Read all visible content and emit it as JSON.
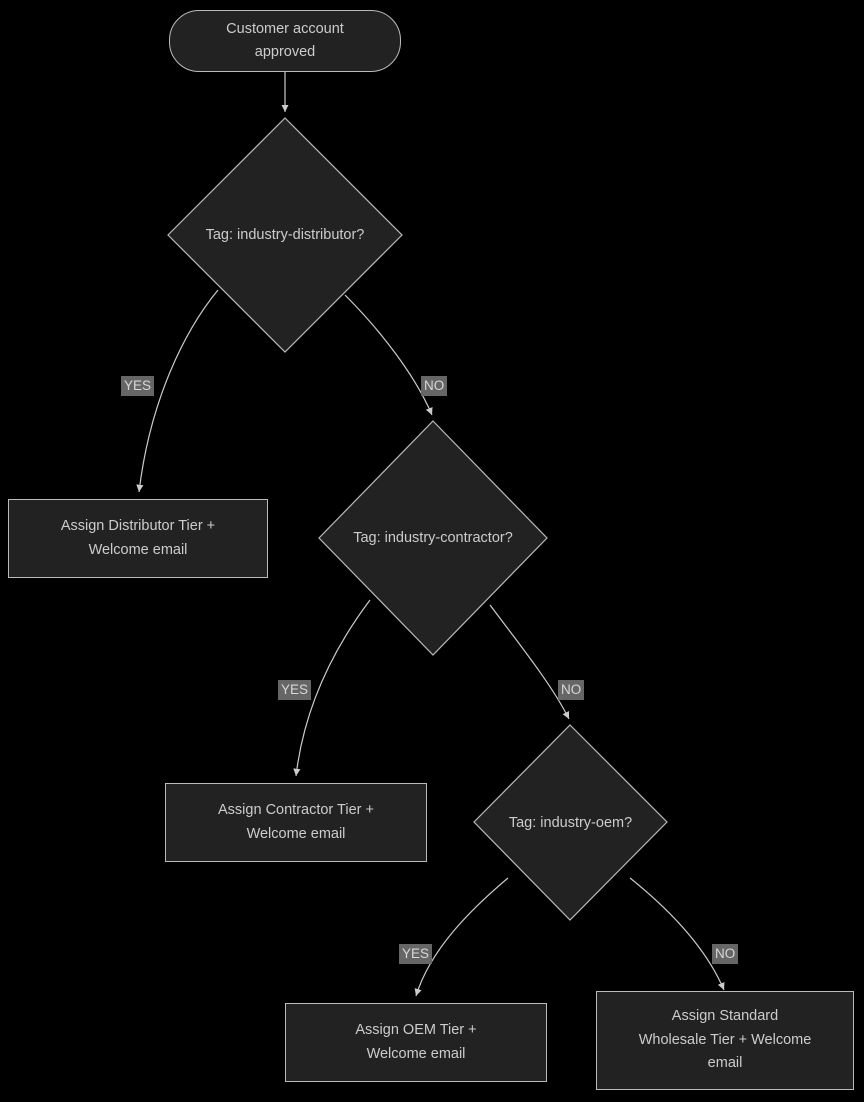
{
  "diagram": {
    "type": "flowchart",
    "background_color": "#000000",
    "node_fill": "#222222",
    "node_stroke": "#bbbbbb",
    "text_color": "#cccccc",
    "edge_label_bg": "#666666",
    "nodes": [
      {
        "id": "start",
        "shape": "terminal",
        "label": "Customer account\napproved"
      },
      {
        "id": "d1",
        "shape": "decision",
        "label": "Tag: industry-distributor?"
      },
      {
        "id": "p1",
        "shape": "process",
        "label": "Assign Distributor Tier +\nWelcome email"
      },
      {
        "id": "d2",
        "shape": "decision",
        "label": "Tag: industry-contractor?"
      },
      {
        "id": "p2",
        "shape": "process",
        "label": "Assign Contractor Tier +\nWelcome email"
      },
      {
        "id": "d3",
        "shape": "decision",
        "label": "Tag: industry-oem?"
      },
      {
        "id": "p3",
        "shape": "process",
        "label": "Assign OEM Tier +\nWelcome email"
      },
      {
        "id": "p4",
        "shape": "process",
        "label": "Assign Standard\nWholesale Tier + Welcome\nemail"
      }
    ],
    "edge_labels": {
      "d1_yes": "YES",
      "d1_no": "NO",
      "d2_yes": "YES",
      "d2_no": "NO",
      "d3_yes": "YES",
      "d3_no": "NO"
    }
  }
}
